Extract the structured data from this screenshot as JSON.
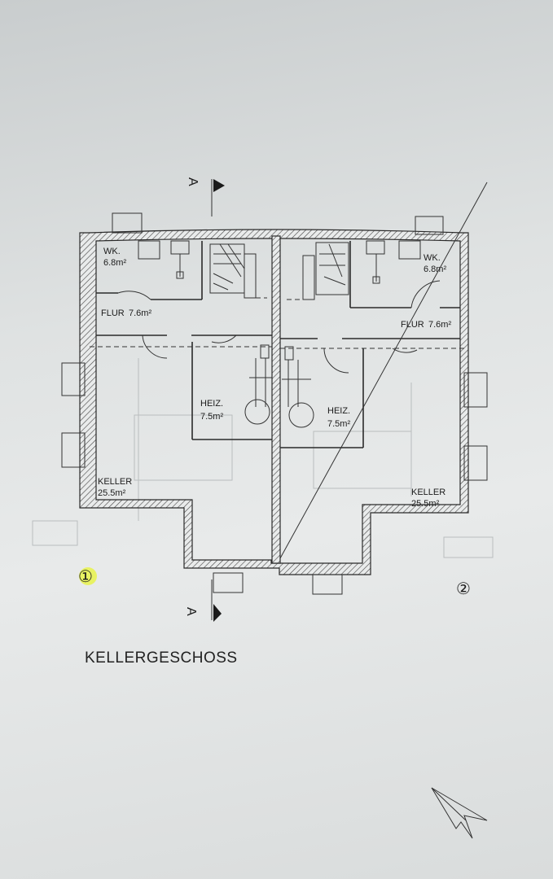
{
  "plan": {
    "title": "KELLERGESCHOSS",
    "section_marker": "A",
    "house_numbers": [
      "①",
      "②"
    ],
    "highlight_color": "#e8f34a",
    "rooms": {
      "left": {
        "wk": {
          "name": "WK.",
          "area": "6.8m²"
        },
        "flur": {
          "name": "FLUR",
          "area": "7.6m²"
        },
        "heiz": {
          "name": "HEIZ.",
          "area": "7.5m²"
        },
        "keller": {
          "name": "KELLER",
          "area": "25.5m²"
        }
      },
      "right": {
        "wk": {
          "name": "WK.",
          "area": "6.8m²"
        },
        "flur": {
          "name": "FLUR",
          "area": "7.6m²"
        },
        "heiz": {
          "name": "HEIZ.",
          "area": "7.5m²"
        },
        "keller": {
          "name": "KELLER",
          "area": "25.5m²"
        }
      }
    },
    "icons": [
      "north-arrow-icon",
      "section-flag-icon"
    ]
  }
}
